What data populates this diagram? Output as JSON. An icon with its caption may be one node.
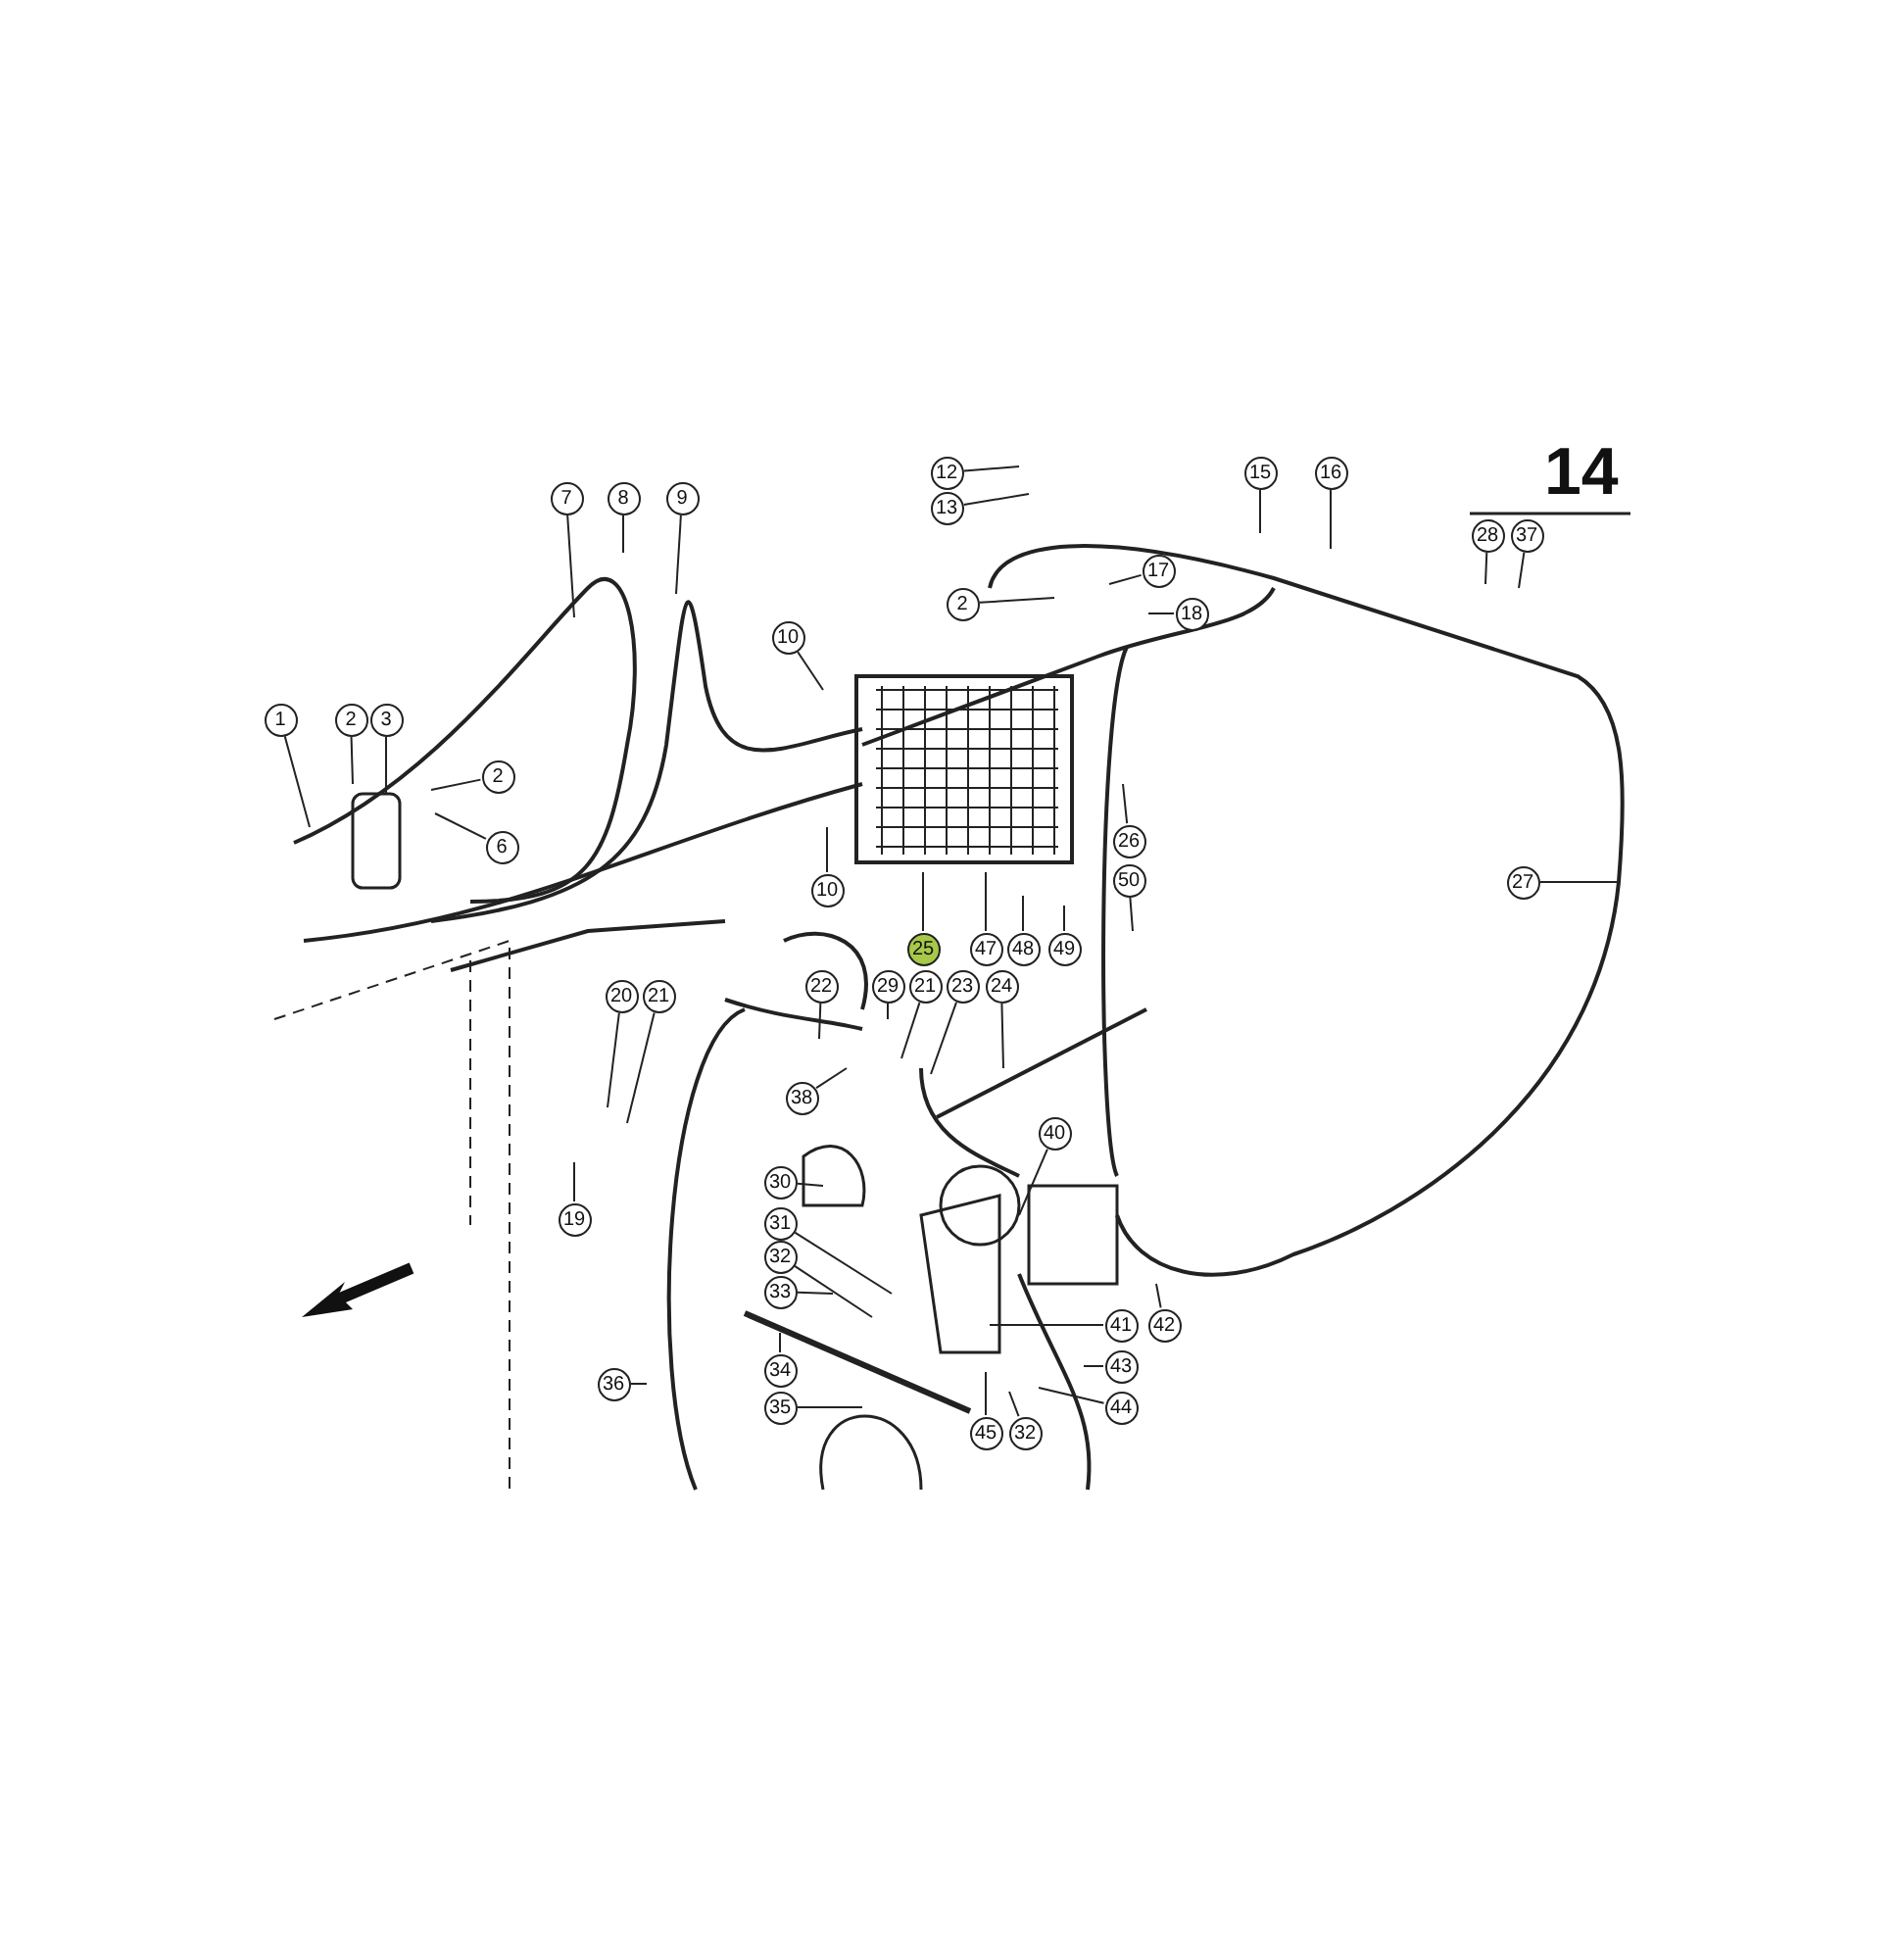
{
  "diagram": {
    "nodes": [
      {
        "text": [
          "12"
        ]
      },
      {
        "text": [
          "13"
        ]
      },
      {
        "text": [
          "15"
        ]
      },
      {
        "text": [
          "16"
        ]
      },
      {
        "text": [
          "7"
        ]
      },
      {
        "text": [
          "8"
        ]
      },
      {
        "text": [
          "9"
        ]
      },
      {
        "text": [
          "28"
        ]
      },
      {
        "text": [
          "37"
        ]
      },
      {
        "text": [
          "17"
        ]
      },
      {
        "text": [
          "2"
        ]
      },
      {
        "text": [
          "18"
        ]
      },
      {
        "text": [
          "10"
        ]
      },
      {
        "text": [
          "1"
        ]
      },
      {
        "text": [
          "2"
        ]
      },
      {
        "text": [
          "3"
        ]
      },
      {
        "text": [
          "2"
        ]
      },
      {
        "text": [
          "6"
        ]
      },
      {
        "text": [
          "26"
        ]
      },
      {
        "text": [
          "10"
        ]
      },
      {
        "text": [
          "27"
        ]
      },
      {
        "text": [
          "50"
        ]
      },
      {
        "text": [
          "25"
        ]
      },
      {
        "text": [
          "47"
        ]
      },
      {
        "text": [
          "48"
        ]
      },
      {
        "text": [
          "49"
        ]
      },
      {
        "text": [
          "22"
        ]
      },
      {
        "text": [
          "29"
        ]
      },
      {
        "text": [
          "21"
        ]
      },
      {
        "text": [
          "23"
        ]
      },
      {
        "text": [
          "24"
        ]
      },
      {
        "text": [
          "20"
        ]
      },
      {
        "text": [
          "21"
        ]
      },
      {
        "text": [
          "38"
        ]
      },
      {
        "text": [
          "40"
        ]
      },
      {
        "text": [
          "30"
        ]
      },
      {
        "text": [
          "19"
        ]
      },
      {
        "text": [
          "31"
        ]
      },
      {
        "text": [
          "32"
        ]
      },
      {
        "text": [
          "33"
        ]
      },
      {
        "text": [
          "41"
        ]
      },
      {
        "text": [
          "42"
        ]
      },
      {
        "text": [
          "43"
        ]
      },
      {
        "text": [
          "34"
        ]
      },
      {
        "text": [
          "36"
        ]
      },
      {
        "text": [
          "44"
        ]
      },
      {
        "text": [
          "35"
        ]
      },
      {
        "text": [
          "45"
        ]
      },
      {
        "text": [
          "32"
        ]
      }
    ],
    "edges": [
      {
        "from": 0,
        "to": null,
        "arrow": "none"
      },
      {
        "from": 1,
        "to": null,
        "arrow": "none"
      },
      {
        "from": 2,
        "to": null,
        "arrow": "none"
      },
      {
        "from": 3,
        "to": null,
        "arrow": "none"
      },
      {
        "from": 4,
        "to": null,
        "arrow": "none"
      },
      {
        "from": 5,
        "to": null,
        "arrow": "none"
      },
      {
        "from": 6,
        "to": null,
        "arrow": "none"
      },
      {
        "from": 7,
        "to": null,
        "arrow": "none"
      },
      {
        "from": 8,
        "to": null,
        "arrow": "none"
      },
      {
        "from": 9,
        "to": null,
        "arrow": "none"
      },
      {
        "from": 10,
        "to": null,
        "arrow": "none"
      },
      {
        "from": 11,
        "to": null,
        "arrow": "none"
      },
      {
        "from": 12,
        "to": null,
        "arrow": "none"
      },
      {
        "from": 13,
        "to": null,
        "arrow": "none"
      },
      {
        "from": 14,
        "to": null,
        "arrow": "none"
      },
      {
        "from": 15,
        "to": null,
        "arrow": "none"
      },
      {
        "from": 16,
        "to": null,
        "arrow": "none"
      },
      {
        "from": 17,
        "to": null,
        "arrow": "none"
      },
      {
        "from": 18,
        "to": null,
        "arrow": "none"
      },
      {
        "from": 19,
        "to": null,
        "arrow": "none"
      },
      {
        "from": 20,
        "to": null,
        "arrow": "none"
      },
      {
        "from": 21,
        "to": null,
        "arrow": "none"
      },
      {
        "from": 22,
        "to": null,
        "arrow": "none"
      },
      {
        "from": 23,
        "to": null,
        "arrow": "none"
      },
      {
        "from": 24,
        "to": null,
        "arrow": "none"
      },
      {
        "from": 25,
        "to": null,
        "arrow": "none"
      },
      {
        "from": 26,
        "to": null,
        "arrow": "none"
      },
      {
        "from": 27,
        "to": null,
        "arrow": "none"
      },
      {
        "from": 28,
        "to": null,
        "arrow": "none"
      },
      {
        "from": 29,
        "to": null,
        "arrow": "none"
      },
      {
        "from": 30,
        "to": null,
        "arrow": "none"
      },
      {
        "from": 31,
        "to": null,
        "arrow": "none"
      },
      {
        "from": 32,
        "to": null,
        "arrow": "none"
      },
      {
        "from": 33,
        "to": null,
        "arrow": "none"
      },
      {
        "from": 34,
        "to": null,
        "arrow": "none"
      },
      {
        "from": 35,
        "to": null,
        "arrow": "none"
      },
      {
        "from": 36,
        "to": null,
        "arrow": "none"
      },
      {
        "from": 37,
        "to": null,
        "arrow": "none"
      },
      {
        "from": 38,
        "to": null,
        "arrow": "none"
      },
      {
        "from": 39,
        "to": null,
        "arrow": "none"
      },
      {
        "from": 40,
        "to": null,
        "arrow": "none"
      },
      {
        "from": 41,
        "to": null,
        "arrow": "none"
      },
      {
        "from": 42,
        "to": null,
        "arrow": "none"
      },
      {
        "from": 43,
        "to": null,
        "arrow": "none"
      },
      {
        "from": 44,
        "to": null,
        "arrow": "none"
      },
      {
        "from": 45,
        "to": null,
        "arrow": "none"
      },
      {
        "from": 46,
        "to": null,
        "arrow": "none"
      },
      {
        "from": 47,
        "to": null,
        "arrow": "none"
      },
      {
        "from": 48,
        "to": null,
        "arrow": "none"
      }
    ],
    "labels": [
      "14"
    ]
  }
}
